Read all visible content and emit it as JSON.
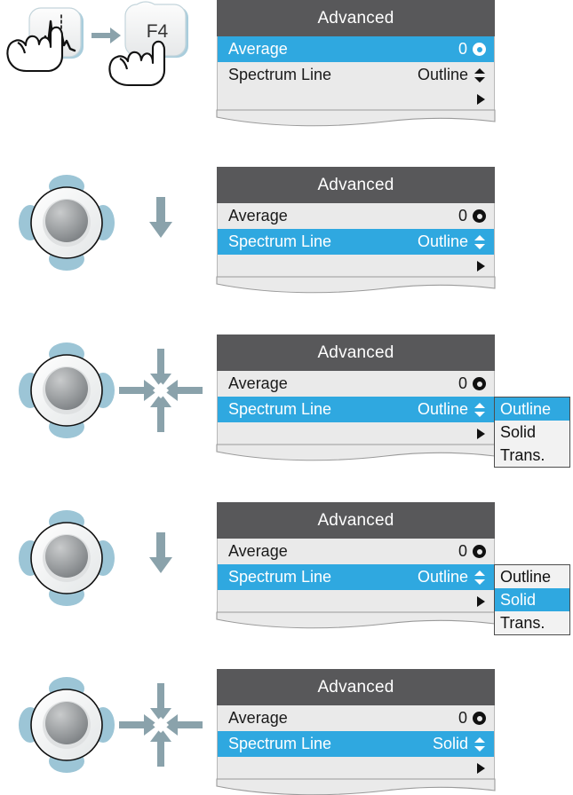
{
  "menu": {
    "title": "Advanced",
    "rows": {
      "average_label": "Average",
      "average_value": "0",
      "spectrum_label": "Spectrum Line",
      "spectrum_value_outline": "Outline",
      "spectrum_value_solid": "Solid"
    },
    "icons": {
      "value_radio": "radio-dot-icon",
      "value_spinner": "up-down-arrows-icon",
      "more_caret": "caret-right-icon"
    }
  },
  "dropdown": {
    "options": [
      "Outline",
      "Solid",
      "Trans."
    ]
  },
  "colors": {
    "header_gray": "#58585a",
    "highlight_blue": "#2fa8e0",
    "row_gray": "#eaeaea",
    "dropdown_bg": "#f2f2f2",
    "illustration_blue": "#9cc5d6",
    "illustration_gray": "#8aa2ab"
  },
  "steps": [
    {
      "id": "step-1",
      "art": "hand-press-spectrum-then-f4",
      "key_label": "F4",
      "icon_names": [
        "hand-pointer-icon",
        "spectrum-waveform-icon",
        "arrow-right-icon",
        "f4-key-icon"
      ],
      "selected_row": "average",
      "spectrum_value": "Outline",
      "dropdown_open": false,
      "dropdown_selected": null
    },
    {
      "id": "step-2",
      "art": "nav-wheel-down",
      "icon_names": [
        "nav-wheel-icon",
        "arrow-down-icon"
      ],
      "selected_row": "spectrum",
      "spectrum_value": "Outline",
      "dropdown_open": false,
      "dropdown_selected": null
    },
    {
      "id": "step-3",
      "art": "nav-wheel-press",
      "icon_names": [
        "nav-wheel-icon",
        "press-converge-icon"
      ],
      "selected_row": "spectrum",
      "spectrum_value": "Outline",
      "dropdown_open": true,
      "dropdown_selected": "Outline"
    },
    {
      "id": "step-4",
      "art": "nav-wheel-down",
      "icon_names": [
        "nav-wheel-icon",
        "arrow-down-icon"
      ],
      "selected_row": "spectrum",
      "spectrum_value": "Outline",
      "dropdown_open": true,
      "dropdown_selected": "Solid"
    },
    {
      "id": "step-5",
      "art": "nav-wheel-press",
      "icon_names": [
        "nav-wheel-icon",
        "press-converge-icon"
      ],
      "selected_row": "spectrum",
      "spectrum_value": "Solid",
      "dropdown_open": false,
      "dropdown_selected": null
    }
  ]
}
